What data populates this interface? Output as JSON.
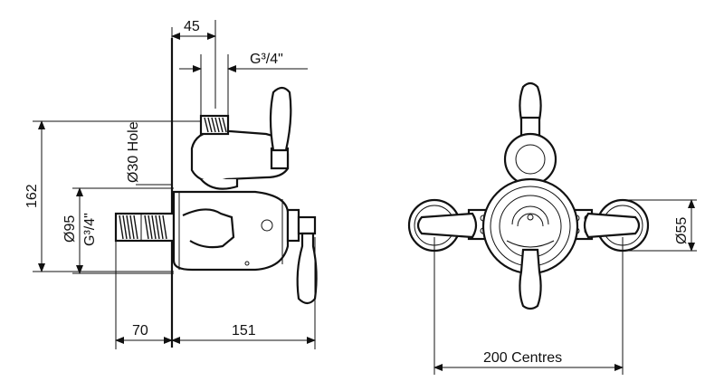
{
  "side_view": {
    "dim_width_top": "45",
    "thread_top": "G³/4\"",
    "dim_height": "162",
    "hole": "Ø30 Hole",
    "diameter_body": "Ø95",
    "thread_side": "G³/4\"",
    "dim_inlet": "70",
    "dim_depth": "151"
  },
  "front_view": {
    "diameter_handle": "Ø55",
    "centres": "200 Centres"
  }
}
